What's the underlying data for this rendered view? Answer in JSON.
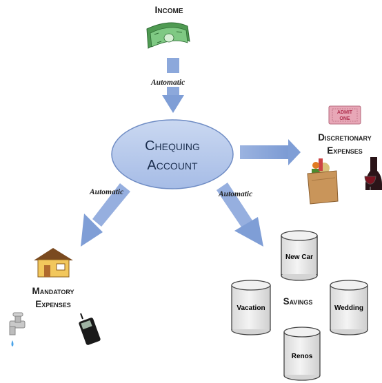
{
  "income": {
    "label": "Income"
  },
  "chequing": {
    "line1": "Chequing",
    "line2": "Account"
  },
  "automatic": {
    "top": "Automatic",
    "left": "Automatic",
    "right": "Automatic"
  },
  "discretionary": {
    "line1": "Discretionary",
    "line2": "Expenses",
    "ticket_text1": "ADMIT",
    "ticket_text2": "ONE"
  },
  "mandatory": {
    "line1": "Mandatory",
    "line2": "Expenses"
  },
  "savings": {
    "label": "Savings",
    "jars": [
      "New Car",
      "Vacation",
      "Wedding",
      "Renos"
    ]
  },
  "colors": {
    "arrow": "#7f9ed6",
    "ellipse": "#b7c9ea",
    "ellipse_stroke": "#6f8cc4",
    "jar": "#e6e6e6",
    "jar_stroke": "#444444"
  },
  "icons": [
    "money-icon",
    "ticket-icon",
    "grocery-bag-icon",
    "wine-icon",
    "house-icon",
    "faucet-icon",
    "cell-phone-icon"
  ]
}
